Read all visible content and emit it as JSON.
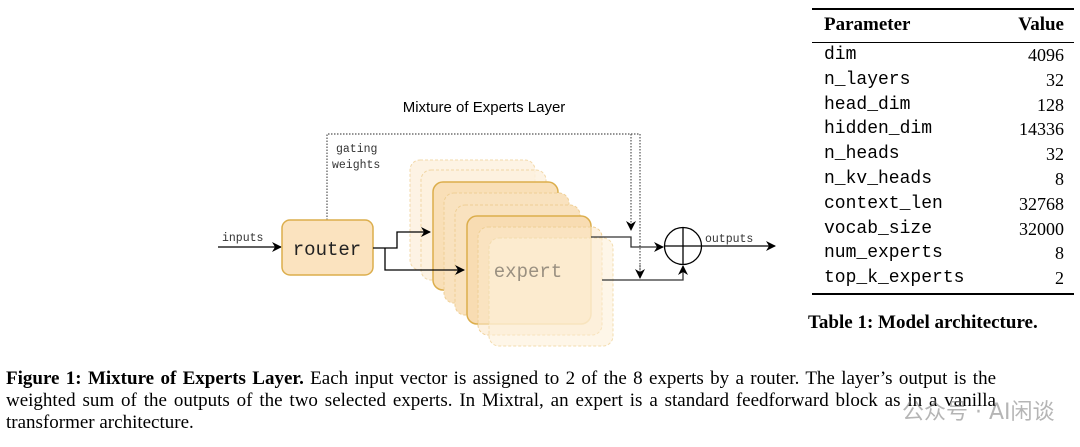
{
  "diagram": {
    "title": "Mixture of Experts Layer",
    "gating_label_1": "gating",
    "gating_label_2": "weights",
    "inputs_label": "inputs",
    "router_label": "router",
    "expert_label": "expert",
    "outputs_label": "outputs",
    "box_fill": "#fbe3bf",
    "box_stroke": "#dcae4c"
  },
  "table": {
    "headers": [
      "Parameter",
      "Value"
    ],
    "rows": [
      [
        "dim",
        "4096"
      ],
      [
        "n_layers",
        "32"
      ],
      [
        "head_dim",
        "128"
      ],
      [
        "hidden_dim",
        "14336"
      ],
      [
        "n_heads",
        "32"
      ],
      [
        "n_kv_heads",
        "8"
      ],
      [
        "context_len",
        "32768"
      ],
      [
        "vocab_size",
        "32000"
      ],
      [
        "num_experts",
        "8"
      ],
      [
        "top_k_experts",
        "2"
      ]
    ],
    "caption": "Table 1: Model architecture."
  },
  "figure_caption": {
    "label": "Figure 1: Mixture of Experts Layer.",
    "text": " Each input vector is assigned to 2 of the 8 experts by a router. The layer’s output is the weighted sum of the outputs of the two selected experts. In Mixtral, an expert is a standard feedforward block as in a vanilla transformer architecture."
  },
  "watermark": "公众号 · AI闲谈"
}
